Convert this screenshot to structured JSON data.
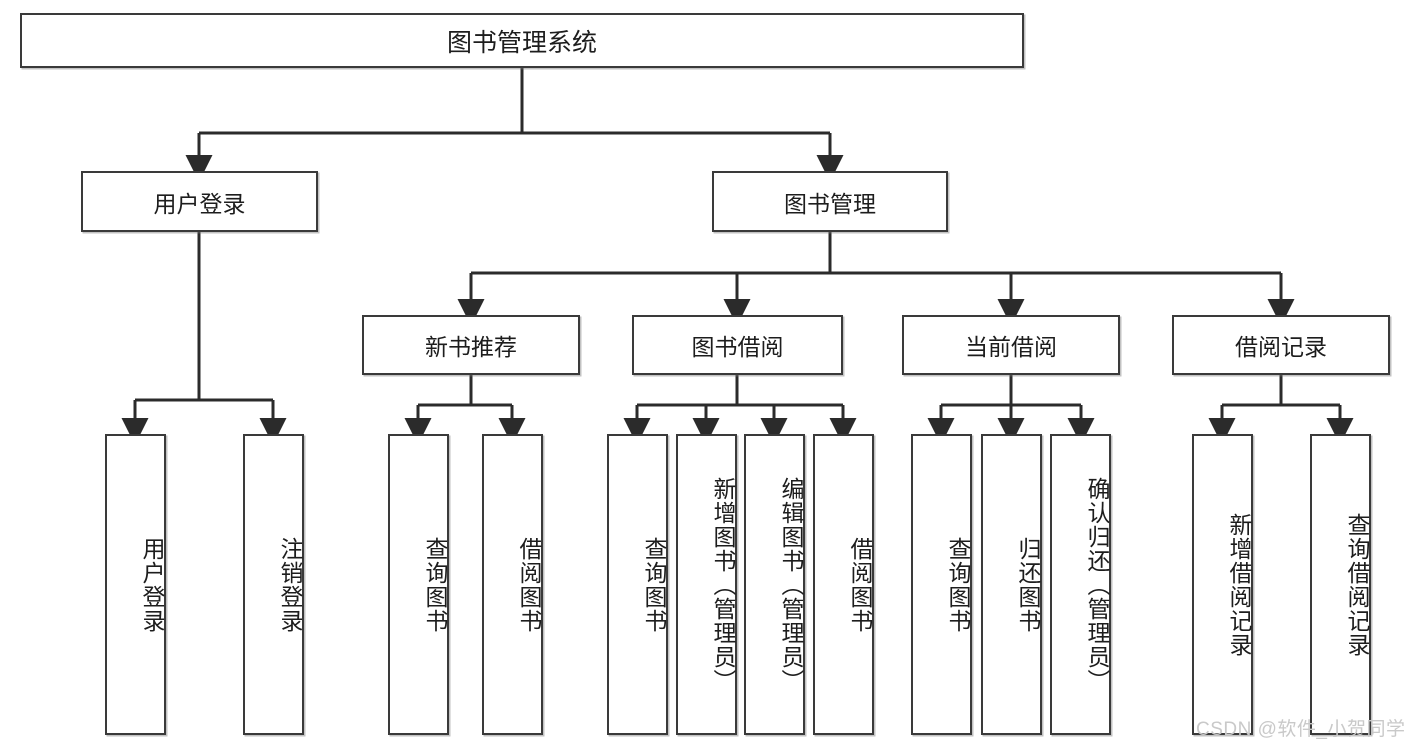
{
  "diagram": {
    "title": "图书管理系统",
    "watermark": "CSDN @软件_小贺同学",
    "colors": {
      "box_border": "#3a3a3a",
      "box_fill": "#ffffff",
      "connector": "#2b2b2b",
      "text": "#1d1d1d",
      "watermark": "#c9c9c9"
    },
    "levels": {
      "root": "图书管理系统",
      "level2": [
        "用户登录",
        "图书管理"
      ],
      "level3": [
        "新书推荐",
        "图书借阅",
        "当前借阅",
        "借阅记录"
      ]
    },
    "nodes": {
      "root": {
        "label": "图书管理系统"
      },
      "user_login": {
        "label": "用户登录"
      },
      "book_manage": {
        "label": "图书管理"
      },
      "new_book_rec": {
        "label": "新书推荐"
      },
      "book_borrow": {
        "label": "图书借阅"
      },
      "current_borrow": {
        "label": "当前借阅"
      },
      "borrow_record": {
        "label": "借阅记录"
      }
    },
    "leaves": {
      "user_login": [
        {
          "label": "用户登录"
        },
        {
          "label": "注销登录"
        }
      ],
      "new_book_rec": [
        {
          "label": "查询图书"
        },
        {
          "label": "借阅图书"
        }
      ],
      "book_borrow": [
        {
          "label": "查询图书"
        },
        {
          "label": "新增图书（管理员）"
        },
        {
          "label": "编辑图书（管理员）"
        },
        {
          "label": "借阅图书"
        }
      ],
      "current_borrow": [
        {
          "label": "查询图书"
        },
        {
          "label": "归还图书"
        },
        {
          "label": "确认归还（管理员）"
        }
      ],
      "borrow_record": [
        {
          "label": "新增借阅记录"
        },
        {
          "label": "查询借阅记录"
        }
      ]
    }
  }
}
